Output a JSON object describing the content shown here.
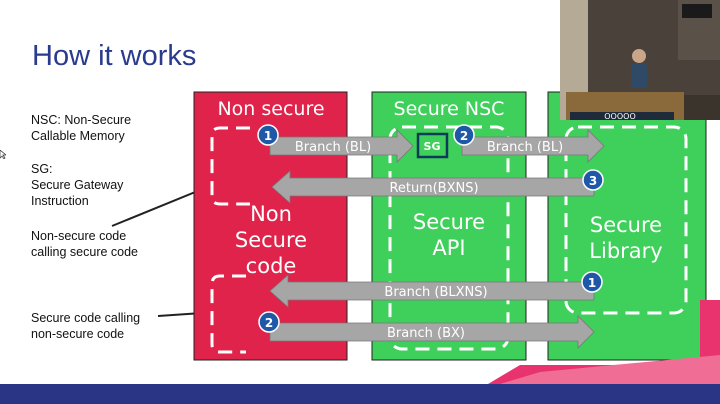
{
  "slide": {
    "title": "How it works",
    "notes": [
      {
        "text": "NSC: Non-Secure\nCallable Memory"
      },
      {
        "text": "SG:\nSecure Gateway\nInstruction"
      },
      {
        "text": "Non-secure code\ncalling secure code"
      },
      {
        "text": "Secure code calling\nnon-secure code"
      }
    ]
  },
  "diagram": {
    "columns": {
      "nonsecure": {
        "header": "Non secure",
        "body": [
          "Non",
          "Secure",
          "code"
        ],
        "color": "#e0234a"
      },
      "nsc": {
        "header": "Secure NSC",
        "body": [
          "Secure",
          "API"
        ],
        "color": "#3fcf5b"
      },
      "library": {
        "header": "",
        "body": [
          "Secure",
          "Library"
        ],
        "color": "#3fcf5b"
      }
    },
    "sg_box": "SG",
    "arrows": [
      {
        "label": "Branch (BL)",
        "step": "1"
      },
      {
        "label": "Branch (BL)",
        "step": "2"
      },
      {
        "label": "Return(BXNS)",
        "step": "3"
      },
      {
        "label": "Branch (BLXNS)",
        "step": "1"
      },
      {
        "label": "Branch (BX)",
        "step": "2"
      }
    ],
    "badge_color": "#2058a8",
    "arrow_color": "#a6a6a6"
  },
  "colors": {
    "title": "#2a3a8c",
    "bottom_bar": "#2a3585",
    "accent_pink": "#e8336e"
  }
}
